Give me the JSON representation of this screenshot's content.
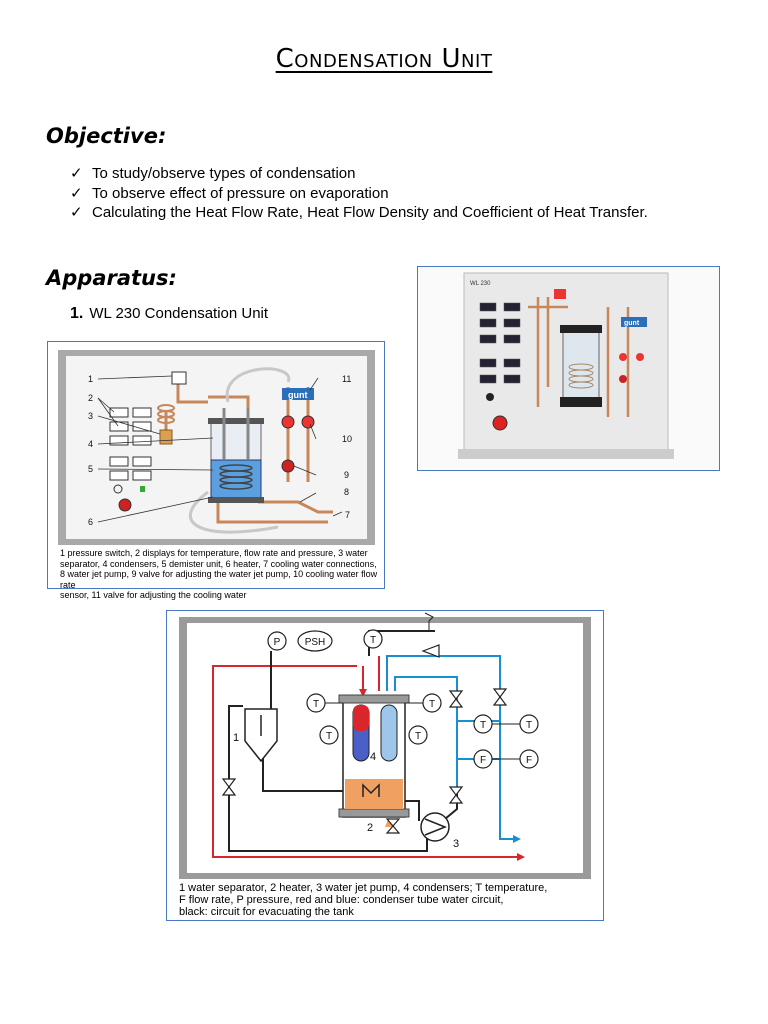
{
  "title": "Condensation Unit",
  "objective": {
    "heading": "Objective:",
    "items": [
      "To study/observe types of condensation",
      "To observe effect of pressure on evaporation",
      "Calculating the Heat Flow Rate, Heat Flow Density and Coefficient of Heat Transfer."
    ]
  },
  "apparatus": {
    "heading": "Apparatus:",
    "item_number": "1.",
    "item_label": "WL 230 Condensation Unit"
  },
  "figure1": {
    "brand": "gunt",
    "labels": [
      "1",
      "2",
      "3",
      "4",
      "5",
      "6",
      "7",
      "8",
      "9",
      "10",
      "11"
    ],
    "caption_lines": [
      "1 pressure switch,  2 displays for temperature, flow rate and pressure,  3 water",
      "separator,  4 condensers,  5 demister unit,  6 heater,  7 cooling water connections,",
      "8 water jet pump,  9 valve for adjusting the water jet pump,  10 cooling water flow rate",
      "sensor,  11 valve for adjusting the cooling water"
    ]
  },
  "photo": {
    "brand": "gunt",
    "panel_label": "WL 230"
  },
  "figure2": {
    "instruments": {
      "p": "P",
      "psh": "PSH",
      "t": "T",
      "f": "F"
    },
    "labels": [
      "1",
      "2",
      "3",
      "4"
    ],
    "caption_lines": [
      "1 water separator,  2 heater,  3 water jet pump,  4 condensers;  T temperature,",
      "F flow rate,  P pressure,  red and blue: condenser tube water circuit,",
      "black: circuit for evacuating the tank"
    ]
  },
  "colors": {
    "frame_border": "#4a78c2",
    "diagram_frame": "#9a9a9a",
    "red_circuit": "#d9262c",
    "blue_circuit": "#1a8fd0",
    "copper": "#c8875a",
    "heater": "#f0a060"
  }
}
